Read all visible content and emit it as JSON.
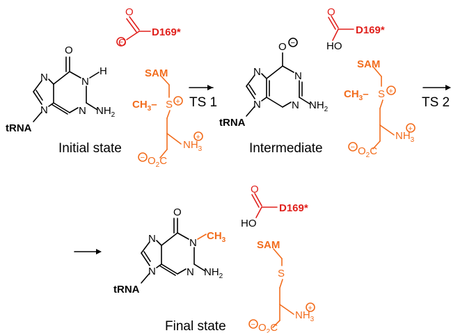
{
  "colors": {
    "sam": "#f26c1c",
    "asp": "#e0201c",
    "text": "#000000"
  },
  "states": [
    {
      "label": "Initial state",
      "guanine_o": "O",
      "guanine_h": "H"
    },
    {
      "label": "Intermediate",
      "guanine_o": "O",
      "guanine_h": ""
    },
    {
      "label": "Final state",
      "guanine_o": "O",
      "guanine_h": ""
    }
  ],
  "transitions": [
    "TS 1",
    "TS 2"
  ],
  "atoms": {
    "N": "N",
    "O": "O",
    "H": "H",
    "S": "S",
    "NH2": "NH",
    "two": "2",
    "NH3": "NH",
    "three": "3",
    "O2C_o": "O",
    "O2C_two": "2",
    "O2C_c": "C",
    "HO": "HO",
    "CH3": "CH",
    "CH3_sub": "3",
    "CH3_dash": "CH"
  },
  "labels": {
    "sam": "SAM",
    "trna": "tRNA",
    "asp": "D169*",
    "methyl": "CH"
  },
  "charges": {
    "plus": "+",
    "minus": "−"
  }
}
